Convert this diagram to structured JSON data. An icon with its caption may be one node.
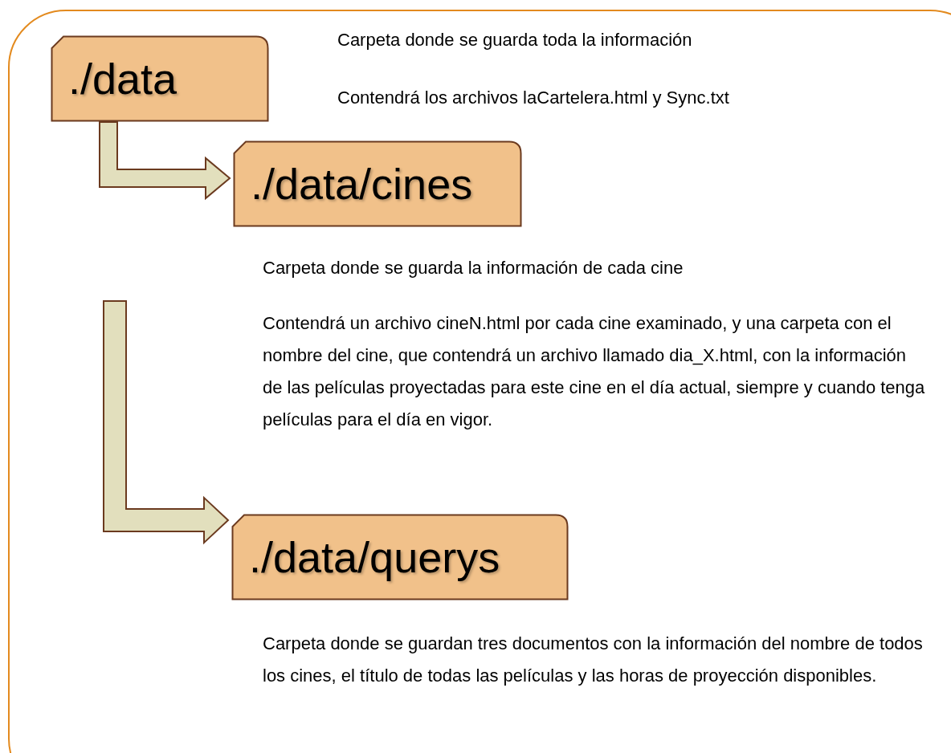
{
  "diagram": {
    "nodes": [
      {
        "text": [
          "./data"
        ],
        "beside": [
          "Carpeta donde se guarda toda la información",
          "Contendrá los archivos laCartelera.html y Sync.txt"
        ]
      },
      {
        "text": [
          "./data/cines"
        ],
        "beside": [
          "Carpeta donde se guarda la información de cada cine",
          "Contendrá un archivo cineN.html por cada cine examinado, y una carpeta con el nombre del cine, que contendrá un archivo llamado dia_X.html, con la información de las películas proyectadas para este cine en el día actual, siempre y cuando tenga películas para el día en vigor."
        ]
      },
      {
        "text": [
          "./data/querys"
        ],
        "beside": [
          "Carpeta donde se guardan tres documentos con la información del nombre de todos los cines, el título de todas las películas y las horas de proyección disponibles."
        ]
      }
    ],
    "edges": [
      {
        "from": 0,
        "to": 1,
        "arrow": "to"
      },
      {
        "from": 1,
        "to": 2,
        "arrow": "to"
      }
    ]
  }
}
